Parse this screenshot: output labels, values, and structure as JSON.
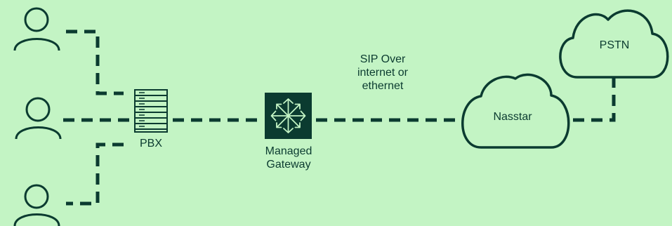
{
  "colors": {
    "background": "#c3f4c4",
    "ink": "#0b3b30",
    "gateway_icon": "#c3f4c4"
  },
  "icons": [
    "user-icon",
    "user-icon",
    "user-icon",
    "server-rack-icon",
    "gateway-arrows-icon",
    "cloud-icon",
    "cloud-icon"
  ],
  "labels": {
    "pbx": "PBX",
    "gateway": "Managed\nGateway",
    "link": "SIP Over\ninternet or\nethernet",
    "nasstar": "Nasstar",
    "pstn": "PSTN"
  }
}
